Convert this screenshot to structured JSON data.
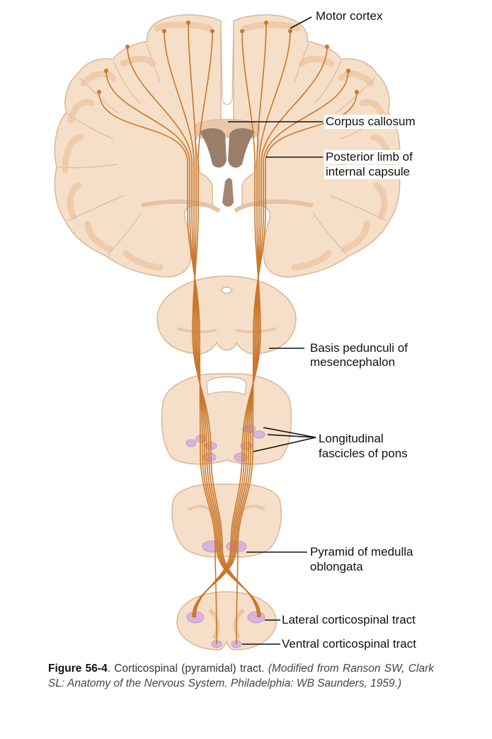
{
  "labels": {
    "motor_cortex": "Motor cortex",
    "corpus_callosum": "Corpus callosum",
    "internal_capsule_1": "Posterior limb of",
    "internal_capsule_2": "internal capsule",
    "basis_1": "Basis pedunculi of",
    "basis_2": "mesencephalon",
    "fascicles_1": "Longitudinal",
    "fascicles_2": "fascicles of pons",
    "pyramid_1": "Pyramid of medulla",
    "pyramid_2": "oblongata",
    "lateral_tract": "Lateral corticospinal tract",
    "ventral_tract": "Ventral corticospinal tract"
  },
  "caption": {
    "figure_number": "Figure 56-4",
    "title": ". Corticospinal (pyramidal) tract. ",
    "source": "(Modified from Ranson SW, Clark SL: Anatomy of the Nervous System. Philadelphia: WB Saunders, 1959.)"
  },
  "colors": {
    "tissue": "#f6dfc8",
    "tissue_outline": "#d9b79a",
    "gray_matter": "#efc9a8",
    "tract": "#c9772a",
    "ventricle": "#9b7d6c",
    "fascicle": "#d9b3dc"
  }
}
